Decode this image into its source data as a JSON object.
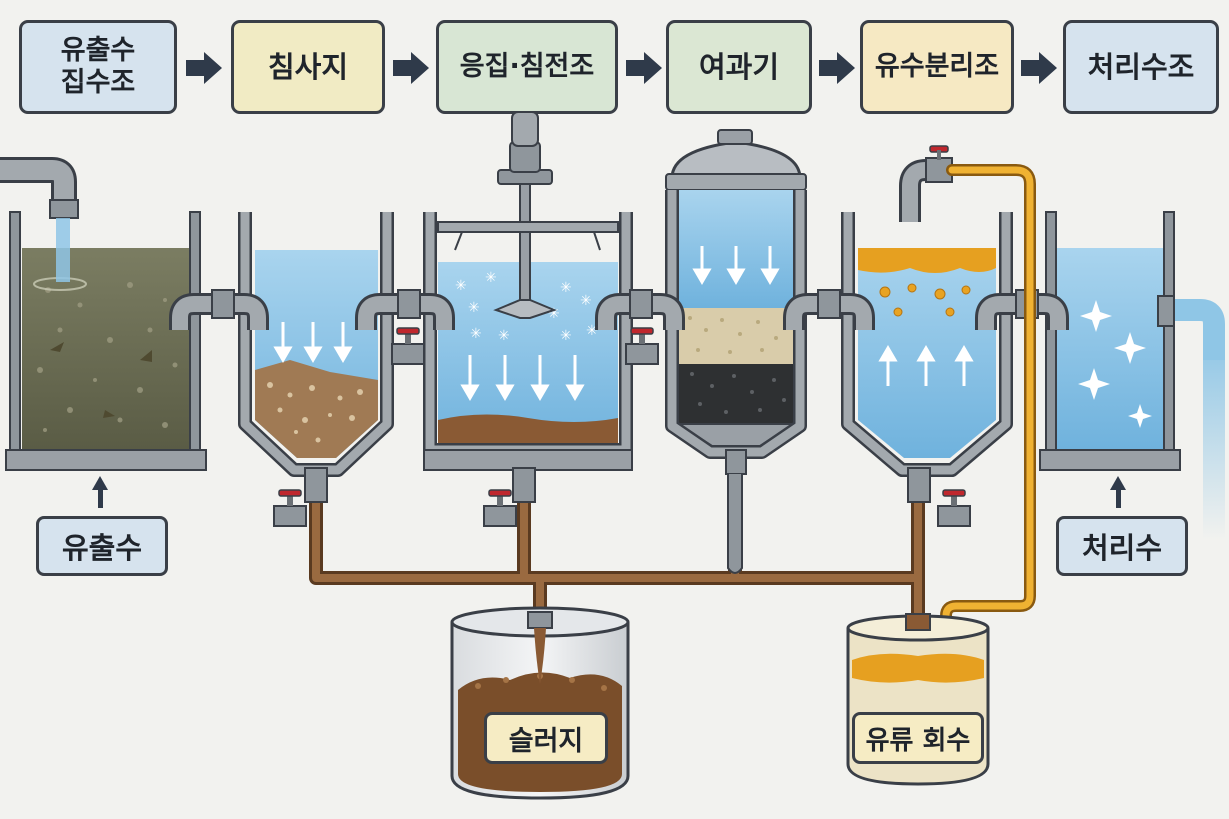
{
  "stages": [
    {
      "label": "유출수\n집수조",
      "color": "#d6e3ee"
    },
    {
      "label": "침사지",
      "color": "#f1ebc4"
    },
    {
      "label": "응집·침전조",
      "color": "#d8e6d4"
    },
    {
      "label": "여과기",
      "color": "#dbe7d3"
    },
    {
      "label": "유수분리조",
      "color": "#f6e9c3"
    },
    {
      "label": "처리수조",
      "color": "#d6e3ee"
    }
  ],
  "labels": {
    "inflow": "유출수",
    "treated": "처리수",
    "sludge": "슬러지",
    "oil_recovery": "유류 회수"
  },
  "colors": {
    "dirty_water": "#66684f",
    "clear_water": "#8fc6e6",
    "sludge": "#7a4e2a",
    "oil": "#e6a020",
    "pipe": "#8f969c",
    "sludge_pipe": "#8a5a34"
  }
}
